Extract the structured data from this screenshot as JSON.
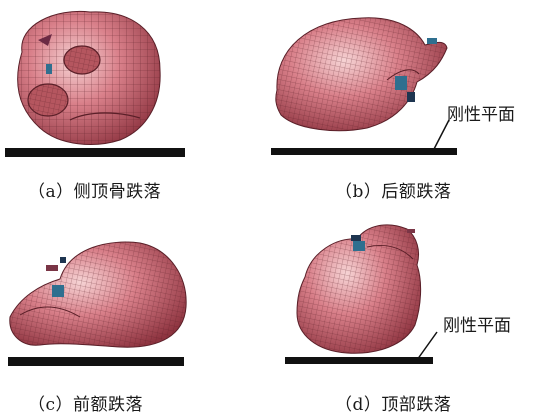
{
  "figure": {
    "colors": {
      "skull_fill": "#d9808a",
      "skull_highlight": "#f3c3c6",
      "skull_shadow": "#9e3f4b",
      "mesh_line": "#5a1f28",
      "plane": "#111111",
      "accent_blue": "#2f6f8f"
    },
    "panels": [
      {
        "id": "a",
        "caption": "（a）侧顶骨跌落",
        "plane_label": ""
      },
      {
        "id": "b",
        "caption": "（b）后额跌落",
        "plane_label": "刚性平面"
      },
      {
        "id": "c",
        "caption": "（c）前额跌落",
        "plane_label": ""
      },
      {
        "id": "d",
        "caption": "（d）顶部跌落",
        "plane_label": "刚性平面"
      }
    ]
  }
}
